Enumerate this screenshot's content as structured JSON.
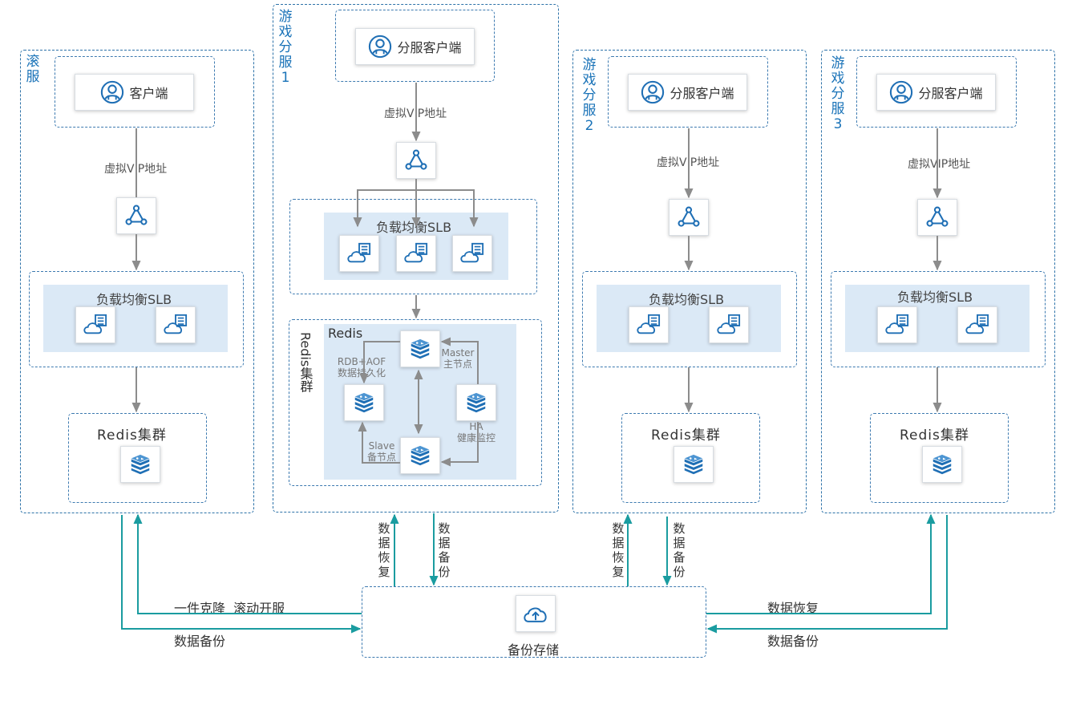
{
  "zones": {
    "rolling": {
      "label": "滚服"
    },
    "game1": {
      "label": "游戏分服1"
    },
    "game2": {
      "label": "游戏分服2"
    },
    "game3": {
      "label": "游戏分服3"
    }
  },
  "clients": {
    "rolling": "客户端",
    "game1": "分服客户端",
    "game2": "分服客户端",
    "game3": "分服客户端"
  },
  "vip_label": "虚拟VIP地址",
  "slb_label": "负载均衡SLB",
  "redis_cluster_label": "Redis集群",
  "redis_detail": {
    "side_label": "Redis集群",
    "title": "Redis",
    "rdb_line1": "RDB+AOF",
    "rdb_line2": "数据持久化",
    "master_line1": "Master",
    "master_line2": "主节点",
    "ha_line1": "HA",
    "ha_line2": "健康监控",
    "slave_line1": "Slave",
    "slave_line2": "备节点"
  },
  "flows": {
    "data_restore": "数据恢复",
    "data_backup": "数据备份",
    "clone_label": "一件克隆  滚动开服"
  },
  "backup_storage": "备份存储",
  "colors": {
    "zone_border": "#2d72a8",
    "zone_text": "#1a73b8",
    "icon_blue": "#1f6fb5",
    "teal": "#1a9ca0",
    "arrow_gray": "#8c8c8c",
    "panel": "#dbe9f6"
  },
  "icons": [
    "user-icon",
    "network-triangle-icon",
    "cloud-server-icon",
    "redis-stack-icon",
    "cloud-upload-icon"
  ]
}
